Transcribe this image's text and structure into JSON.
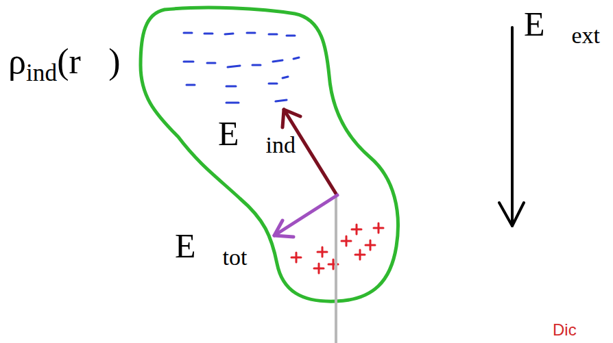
{
  "diagram": {
    "labels": [
      "ρind(r⃗)",
      "E⃗ind",
      "E⃗tot",
      "E⃗ext",
      "Dic"
    ]
  }
}
